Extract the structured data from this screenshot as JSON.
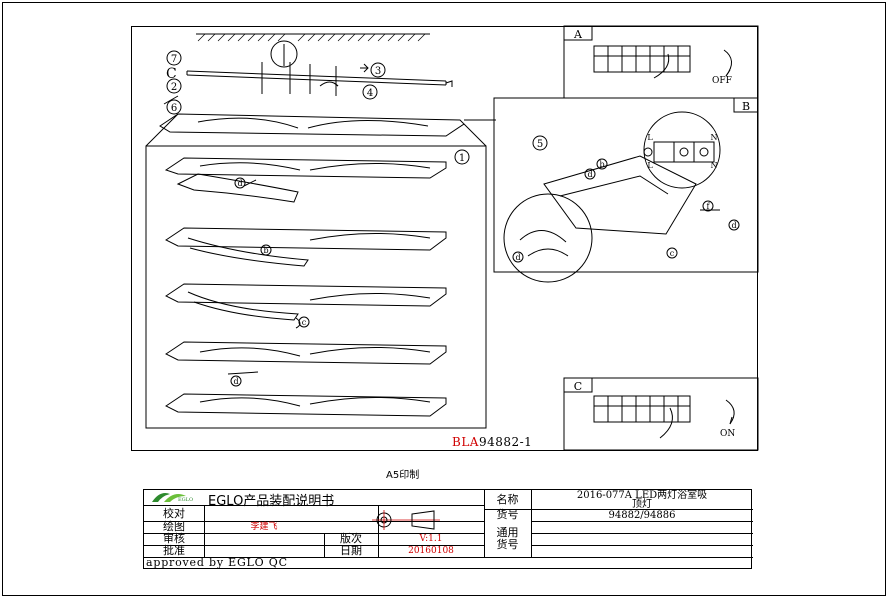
{
  "diagram": {
    "callouts": [
      "7",
      "2",
      "6",
      "3",
      "4",
      "1",
      "5"
    ],
    "parts": [
      "d",
      "b",
      "c",
      "f"
    ],
    "terminals": [
      "L",
      "N"
    ],
    "panels": {
      "A": {
        "letter": "A",
        "switch": "OFF"
      },
      "B": {
        "letter": "B"
      },
      "C": {
        "letter": "C",
        "switch": "ON"
      }
    },
    "doc_prefix": "BLA",
    "doc_number": "94882-1"
  },
  "print_note": "A5印制",
  "title_block": {
    "logo_text": "EGLO",
    "title": "EGLO产品装配说明书",
    "labels": {
      "check": "校对",
      "draw": "绘图",
      "review": "审核",
      "approve": "批准",
      "version": "版次",
      "date": "日期",
      "name": "名称",
      "item_no": "货号",
      "general_line1": "通用",
      "general_line2": "货号"
    },
    "drawer": "李建飞",
    "version": "V:1.1",
    "date": "20160108",
    "product_name_line1": "2016-077A LED两灯浴室吸",
    "product_name_line2": "顶灯",
    "item_numbers": "94882/94886",
    "approved_by": "approved by EGLO QC"
  },
  "colors": {
    "line": "#000000",
    "accent": "#d00000",
    "logo": "#2e8b2e"
  }
}
